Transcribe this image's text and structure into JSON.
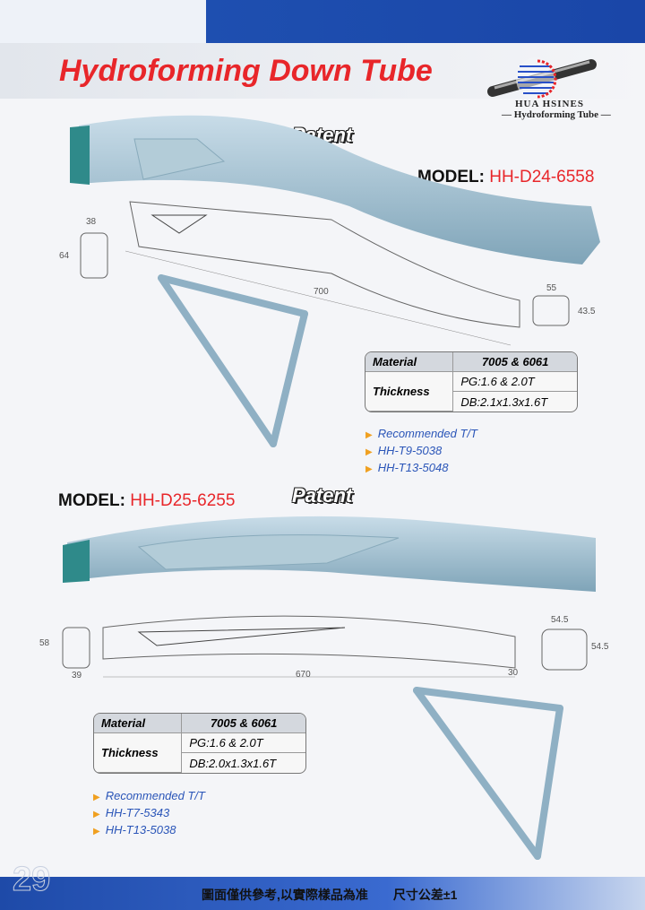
{
  "header": {
    "title": "Hydroforming Down Tube",
    "brand_name": "HUA HSINES",
    "brand_tagline": "— Hydroforming Tube —"
  },
  "products": [
    {
      "patent": "Patent",
      "model_label": "MODEL:",
      "model_code": "HH-D24-6558",
      "dims": {
        "a": "38",
        "b": "64",
        "length": "700",
        "c": "55",
        "d": "43.5"
      },
      "spec": {
        "material_label": "Material",
        "material": "7005 & 6061",
        "thickness_label": "Thickness",
        "pg": "PG:1.6 & 2.0T",
        "db": "DB:2.1x1.3x1.6T"
      },
      "recommended": [
        "Recommended T/T",
        "HH-T9-5038",
        "HH-T13-5048"
      ]
    },
    {
      "patent": "Patent",
      "model_label": "MODEL:",
      "model_code": "HH-D25-6255",
      "dims": {
        "a": "58",
        "b": "39",
        "length": "670",
        "c": "30",
        "d": "54.5",
        "e": "54.5"
      },
      "spec": {
        "material_label": "Material",
        "material": "7005 & 6061",
        "thickness_label": "Thickness",
        "pg": "PG:1.6 & 2.0T",
        "db": "DB:2.0x1.3x1.6T"
      },
      "recommended": [
        "Recommended T/T",
        "HH-T7-5343",
        "HH-T13-5038"
      ]
    }
  ],
  "footer": {
    "page_number": "29",
    "note": "圖面僅供參考,以實際樣品為准　　尺寸公差±1"
  }
}
